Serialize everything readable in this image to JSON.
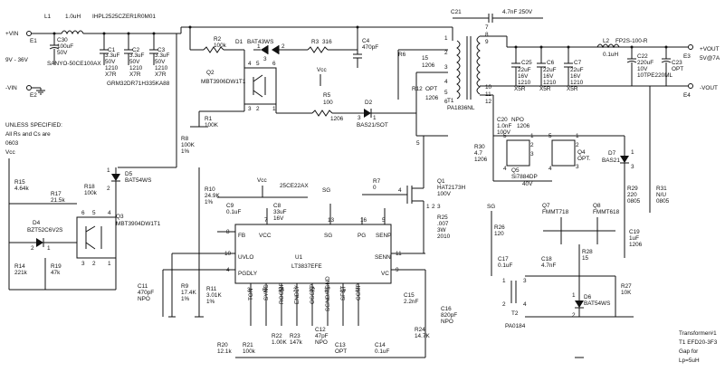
{
  "title": "",
  "terminals": {
    "vin_pos": "+VIN",
    "e1": "E1",
    "vin_neg": "-VIN",
    "e2": "E2",
    "vin_range": "9V - 36V",
    "vout_pos": "+VOUT",
    "e3": "E3",
    "vout_spec": "5V@7A",
    "vout_neg": "-VOUT",
    "e4": "E4"
  },
  "notes": {
    "unless": "UNLESS SPECIFIED:",
    "all": "All Rs and Cs are",
    "pkg": "0603",
    "vcc": "Vcc",
    "sg": "SG",
    "vcc2": "Vcc",
    "vcc3": "Vcc",
    "sg2": "SG",
    "sg3": "SG"
  },
  "transformer_note": {
    "line1": "Transformer#1",
    "line2": "T1 EFD20-3F3",
    "line3": "Gap for",
    "line4": "Lp=5uH"
  },
  "components": {
    "L1": "L1",
    "L1v": "1.0uH",
    "L1p": "IHPL2525CZER1R0M01",
    "C30": "C30",
    "C30v": "100uF",
    "C30r": "50V",
    "C30p": "SANYO-50CE100AX",
    "C1": "C1",
    "C1v": "3.3uF",
    "C1r": "50V",
    "C1p": "1210",
    "C1d": "X7R",
    "C2": "C2",
    "C2v": "3.3uF",
    "C2r": "50V",
    "C2p": "1210",
    "C2d": "X7R",
    "C3": "C3",
    "C3v": "3.3uF",
    "C3r": "50V",
    "C3p": "1210",
    "C3d": "X7R",
    "GRM": "GRM32DR71H335KA88",
    "R2": "R2",
    "R2v": "100k",
    "D1": "D1",
    "D1v": "BAT43WS",
    "R3": "R3",
    "R3v": "316",
    "C4": "C4",
    "C4v": "470pF",
    "Q2": "Q2",
    "Q2v": "MBT3906DW1T1",
    "R1": "R1",
    "R1v": "100K",
    "R5": "R5",
    "R5v": "100",
    "R5p": "1206",
    "D2": "D2",
    "D2v": "BAS21/SOT",
    "R6": "R6",
    "R6v": "15",
    "R6p": "1206",
    "R12": "R12",
    "R12v": "OPT",
    "R12p": "1206",
    "T1": "T1",
    "T1v": "PA1836NL",
    "C21": "C21",
    "C21v": "4.7nF 250V",
    "C25": "C25",
    "C25v": "22uF",
    "C25r": "16V",
    "C25p": "1210",
    "C25d": "X5R",
    "C6": "C6",
    "C6v": "22uF",
    "C6r": "16V",
    "C6p": "1210",
    "C6d": "X5R",
    "C7": "C7",
    "C7v": "22uF",
    "C7r": "16V",
    "C7p": "1210",
    "C7d": "X5R",
    "L2": "L2",
    "L2v": "0.1uH",
    "L2p": "FP2S-100-R",
    "C22": "C22",
    "C22v": "220uF",
    "C22r": "10V",
    "C22p": "10TPE220ML",
    "C23": "C23",
    "C23v": "OPT",
    "R8": "R8",
    "R8v": "100K",
    "R8t": "1%",
    "R15": "R15",
    "R15v": "4.64k",
    "R17": "R17",
    "R17v": "21.5k",
    "R18": "R18",
    "R18v": "100k",
    "D5": "D5",
    "D5v": "BAT54WS",
    "D4": "D4",
    "D4v": "BZT52C6V2S",
    "Q3": "Q3",
    "Q3v": "MBT3904DW1T1",
    "R14": "R14",
    "R14v": "221k",
    "R19": "R19",
    "R19v": "47k",
    "R10": "R10",
    "R10v": "24.9K",
    "R10t": "1%",
    "C9": "C9",
    "C9v": "0.1uF",
    "C8": "C8",
    "C8v": "33uF",
    "C8r": "16V",
    "C8p": "25CE22AX",
    "R7": "R7",
    "R7v": "0",
    "Q1": "Q1",
    "Q1v": "HAT2173H",
    "Q1r": "100V",
    "R25": "R25",
    "R25v": ".007",
    "R25r": "3W",
    "R25p": "2010",
    "C20": "C20",
    "C20t": "NPO",
    "C20v": "1.0nF",
    "C20p": "1206",
    "C20r": "100V",
    "R30": "R30",
    "R30v": "4.7",
    "R30p": "1206",
    "Q5": "Q5",
    "Q5v": "Si7884DP",
    "Q5r": "40V",
    "Q4": "Q4",
    "Q4v": "OPT.",
    "D7": "D7",
    "D7v": "BAS21",
    "R29": "R29",
    "R29v": "220",
    "R29p": "0805",
    "R31": "R31",
    "R31v": "N/U",
    "R31p": "0805",
    "Q7": "Q7",
    "Q7v": "FMMT718",
    "Q8": "Q8",
    "Q8v": "FMMT618",
    "C19": "C19",
    "C19v": "1uF",
    "C19p": "1206",
    "U1": "U1",
    "U1v": "LT3837EFE",
    "C11": "C11",
    "C11v": "470pF",
    "C11d": "NPO",
    "R9": "R9",
    "R9v": "17.4K",
    "R9t": "1%",
    "R11": "R11",
    "R11v": "3.01K",
    "R11t": "1%",
    "R20": "R20",
    "R20v": "12.1k",
    "R21": "R21",
    "R21v": "100k",
    "R22": "R22",
    "R22v": "1.00K",
    "R23": "R23",
    "R23v": "147k",
    "C12": "C12",
    "C12v": "47pF",
    "C12d": "NPO",
    "C13": "C13",
    "C13v": "OPT",
    "C14": "C14",
    "C14v": "0.1uF",
    "C15": "C15",
    "C15v": "2.2nF",
    "C16": "C16",
    "C16v": "820pF",
    "C16d": "NPO",
    "R24": "R24",
    "R24v": "14.7K",
    "R26": "R26",
    "R26v": "120",
    "C17": "C17",
    "C17v": "0.1uF",
    "C18": "C18",
    "C18v": "4.7nF",
    "R28": "R28",
    "R28v": "15",
    "R27": "R27",
    "R27v": "10K",
    "D6": "D6",
    "D6v": "BAT54WS",
    "T2": "T2",
    "T2v": "PA0184"
  },
  "ic_pins": {
    "fb": "FB",
    "vcc": "VCC",
    "sg": "SG",
    "pg": "PG",
    "senp": "SENP",
    "uvlo": "UVLO",
    "senn": "SENN",
    "pgdly": "PGDLY",
    "vc": "VC",
    "t_on": "TON",
    "sync": "SYNC",
    "rocmp": "ROCMP",
    "enbly": "ENDLY",
    "oscap": "OSCAP",
    "sgndpgnd": "SGND/PGND",
    "sfst": "SFST",
    "ccmp": "CCMP",
    "p_fb": "8",
    "p_vcc": "7",
    "p_sg": "13",
    "p_pg": "16",
    "p_senp": "5",
    "p_uvlo": "10",
    "p_senn": "11",
    "p_pgdly": "4",
    "p_vc": "9",
    "p_b1": "3",
    "p_b2": "6",
    "p_b3": "14",
    "p_b4": "2",
    "p_b5": "12",
    "p_b6": "17",
    "p_b7": "15",
    "p_b8": "1"
  },
  "pins_misc": {
    "q2p4": "4",
    "q2p5": "5",
    "q2p6": "6",
    "q2p3": "3",
    "q2p2": "2",
    "q2p1": "1",
    "q3p6": "6",
    "q3p5": "5",
    "q3p4": "4",
    "q3p3": "3",
    "q3p2": "2",
    "q3p1": "1",
    "d1p3": "3",
    "d1p1": "1",
    "d1p2": "2",
    "t1p1": "1",
    "t1p2": "2",
    "t1p3": "3",
    "t1p4": "4",
    "t1p5": "5",
    "t1p6": "6",
    "t1p7": "7",
    "t1p8": "8",
    "t1p9": "9",
    "t1p10": "10",
    "t1p11": "11",
    "t1p12": "12",
    "d2p3": "3",
    "d2p1": "1",
    "d5p1": "1",
    "d5p2": "2",
    "d4p1": "1",
    "d4p2": "2",
    "q5p1": "1",
    "q5p2": "2",
    "q5p3": "3",
    "q5p4": "4",
    "q5p5": "5",
    "q4p1": "1",
    "q4p2": "2",
    "q4p3": "3",
    "q4p4": "4",
    "q4p5": "5",
    "q1p1": "1",
    "q1p2": "2",
    "q1p3": "3",
    "q1p4": "4",
    "q1p5": "5",
    "d6p1": "1",
    "d6p2": "2",
    "d7p1": "1",
    "d7p3": "3",
    "t2p1": "1",
    "t2p2": "2",
    "t2p3": "3",
    "t2p4": "4"
  }
}
